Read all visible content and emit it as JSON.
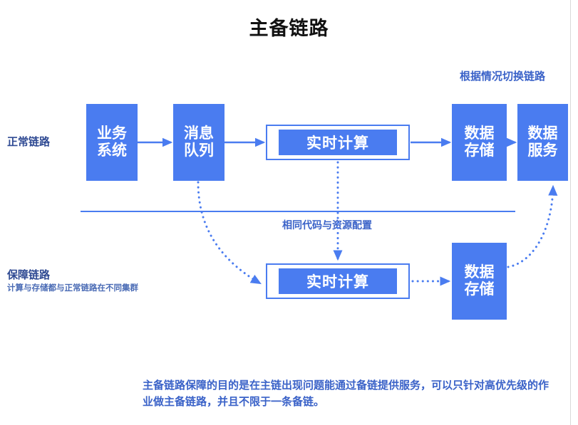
{
  "slide": {
    "title": "主备链路",
    "note_switch": "根据情况切换链路",
    "divider_caption": "相同代码与资源配置",
    "footer_note": "主备链路保障的目的是在主链出现问题能通过备链提供服务，可以只针对高优先级的作业做主备链路，并且不限于一条备链。"
  },
  "lanes": {
    "primary": {
      "label": "正常链路"
    },
    "backup": {
      "label": "保障链路",
      "sub": "计算与存储都与正常链路在不同集群"
    }
  },
  "nodes": {
    "business_system": {
      "line1": "业务",
      "line2": "系统"
    },
    "message_queue": {
      "line1": "消息",
      "line2": "队列"
    },
    "realtime_compute_primary": {
      "label": "实时计算"
    },
    "data_storage_primary": {
      "line1": "数据",
      "line2": "存储"
    },
    "data_service": {
      "line1": "数据",
      "line2": "服务"
    },
    "realtime_compute_backup": {
      "label": "实时计算"
    },
    "data_storage_backup": {
      "line1": "数据",
      "line2": "存储"
    }
  },
  "colors": {
    "node_fill": "#4a7cf0",
    "accent_blue": "#4a7cf0",
    "label_navy": "#2f4a93",
    "note_blue": "#3a62c8",
    "title_black": "#111111",
    "slide_edge": "#d9d9d9"
  }
}
